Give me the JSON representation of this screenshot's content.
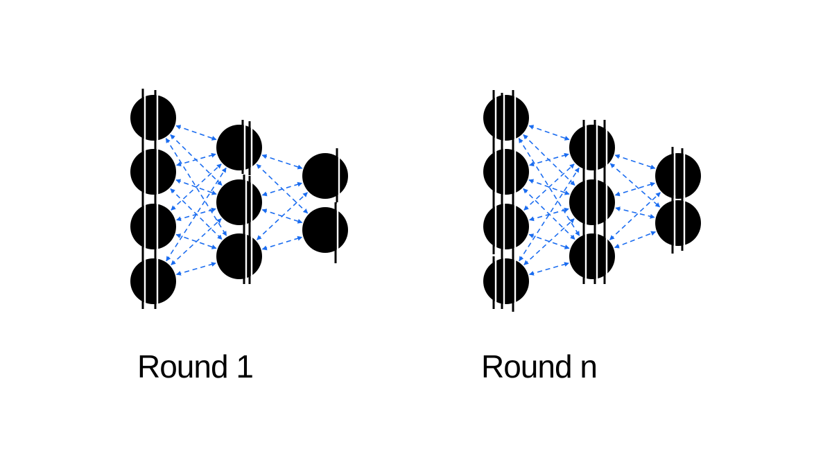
{
  "colors": {
    "node": "#000000",
    "edge": "#1a6cf0",
    "background": "#ffffff"
  },
  "captions": {
    "round_1": "Round 1",
    "round_n": "Round n"
  },
  "networks": [
    {
      "name": "round-1",
      "layers": [
        4,
        3,
        2
      ],
      "connectivity": "fully-connected",
      "edge_style": "dashed-bidirectional-arrows",
      "node_cut_style": "single-offset-slices"
    },
    {
      "name": "round-n",
      "layers": [
        4,
        3,
        2
      ],
      "connectivity": "fully-connected",
      "edge_style": "dashed-bidirectional-arrows",
      "node_cut_style": "multiple-offset-slices"
    }
  ]
}
